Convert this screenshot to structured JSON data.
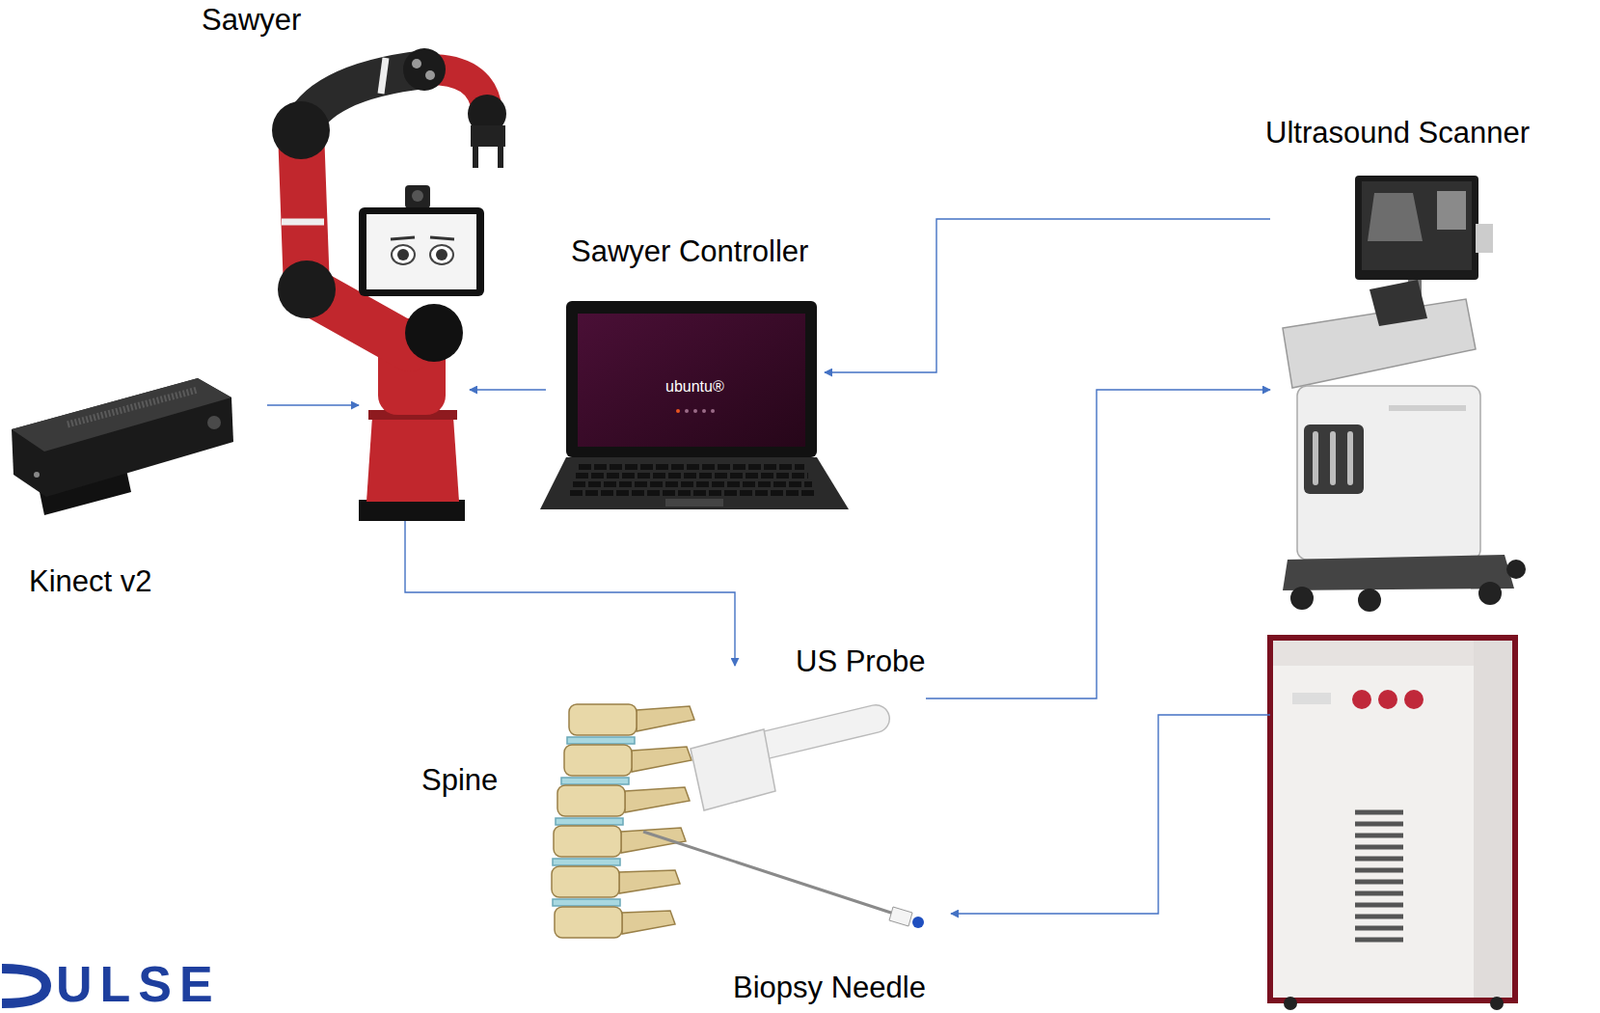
{
  "diagram": {
    "nodes": [
      {
        "text": [
          "Sawyer"
        ]
      },
      {
        "text": [
          "Ultrasound Scanner"
        ]
      },
      {
        "text": [
          "Sawyer Controller"
        ]
      },
      {
        "text": [
          "Kinect v2"
        ]
      },
      {
        "text": [
          "US Probe"
        ]
      },
      {
        "text": [
          "Spine"
        ]
      },
      {
        "text": [
          "Biopsy Needle"
        ]
      }
    ],
    "edges": [
      {
        "from": 3,
        "to": 0,
        "arrow": "to"
      },
      {
        "from": 2,
        "to": 0,
        "arrow": "to"
      },
      {
        "from": 1,
        "to": 2,
        "arrow": "to"
      },
      {
        "from": 0,
        "to": 4,
        "arrow": "to"
      },
      {
        "from": 4,
        "to": 1,
        "arrow": "to"
      }
    ],
    "labels": [
      "ubuntu®",
      "ULSE"
    ]
  }
}
